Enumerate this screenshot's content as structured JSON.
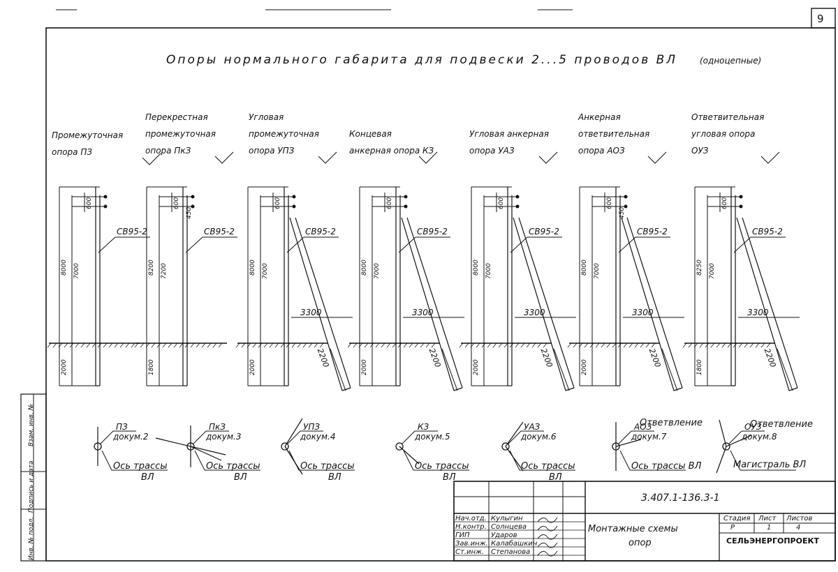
{
  "page_number": "9",
  "title_main": "Опоры нормального габарита для подвески 2...5 проводов ВЛ",
  "title_note": "(одноцепные)",
  "supports": [
    {
      "label_lines": [
        "Промежуточная",
        "опора ПЗ"
      ],
      "wire": "СВ95-2",
      "dims": {
        "top": "600",
        "total": "8000",
        "above": "7000",
        "below": "2000"
      }
    },
    {
      "label_lines": [
        "Перекрестная",
        "промежуточная",
        "опора ПкЗ"
      ],
      "wire": "СВ95-2",
      "dims": {
        "top": "600",
        "mid": "450",
        "total": "8200",
        "above": "7200",
        "below": "1800"
      }
    },
    {
      "label_lines": [
        "Угловая",
        "промежуточная",
        "опора УПЗ"
      ],
      "wire": "СВ95-2",
      "dims": {
        "top": "600",
        "total": "8000",
        "above": "7000",
        "below": "2000",
        "span": "3300",
        "strut": "2200"
      }
    },
    {
      "label_lines": [
        "Концевая",
        "анкерная опора КЗ"
      ],
      "wire": "СВ95-2",
      "dims": {
        "top": "600",
        "total": "8000",
        "above": "7000",
        "below": "2000",
        "span": "3300",
        "strut": "2200"
      }
    },
    {
      "label_lines": [
        "Угловая анкерная",
        "опора УАЗ"
      ],
      "wire": "СВ95-2",
      "dims": {
        "top": "600",
        "total": "8000",
        "above": "7000",
        "below": "2000",
        "span": "3300",
        "strut": "2200"
      }
    },
    {
      "label_lines": [
        "Анкерная",
        "ответвительная",
        "опора АОЗ"
      ],
      "wire": "СВ95-2",
      "dims": {
        "top": "600",
        "mid": "450",
        "total": "8000",
        "above": "7000",
        "below": "2000",
        "span": "3300",
        "strut": "2200"
      }
    },
    {
      "label_lines": [
        "Ответвительная",
        "угловая опора",
        "ОУЗ"
      ],
      "wire": "СВ95-2",
      "dims": {
        "top": "600",
        "total": "8250",
        "above": "7000",
        "below": "1800",
        "span": "3300",
        "strut": "2200"
      }
    }
  ],
  "schemes": [
    {
      "code": "ПЗ",
      "doc": "докум.2",
      "axis": "Ось трассы",
      "vl": "ВЛ"
    },
    {
      "code": "ПкЗ",
      "doc": "докум.3",
      "axis": "Ось трассы",
      "vl": "ВЛ"
    },
    {
      "code": "УПЗ",
      "doc": "докум.4",
      "axis": "Ось трассы",
      "vl": "ВЛ"
    },
    {
      "code": "КЗ",
      "doc": "докум.5",
      "axis": "Ось трассы",
      "vl": "ВЛ"
    },
    {
      "code": "УАЗ",
      "doc": "докум.6",
      "axis": "Ось трассы",
      "vl": "ВЛ"
    },
    {
      "code": "АОЗ",
      "doc": "докум.7",
      "axis": "Ось трассы ВЛ",
      "branch": "Ответвление"
    },
    {
      "code": "ОУЗ",
      "doc": "докум.8",
      "branch": "Ответвление",
      "trunk": "Магистраль ВЛ"
    }
  ],
  "side_stamp": [
    "Инв. № подл.",
    "Подпись и дата",
    "Взам. инв. №"
  ],
  "title_block": {
    "doc_code": "3.407.1-136.3-1",
    "name_lines": [
      "Монтажные схемы",
      "опор"
    ],
    "headers": [
      "Стадия",
      "Лист",
      "Листов"
    ],
    "stage": "Р",
    "sheet": "1",
    "sheets": "4",
    "org": "СЕЛЬЭНЕРГОПРОЕКТ",
    "roles": [
      "Нач.отд.",
      "Н.контр.",
      "ГИП",
      "Зав.инж.",
      "Ст.инж."
    ],
    "names": [
      "Кулыгин",
      "Солнцева",
      "Ударов",
      "Калабашкин",
      "Степанова"
    ]
  }
}
